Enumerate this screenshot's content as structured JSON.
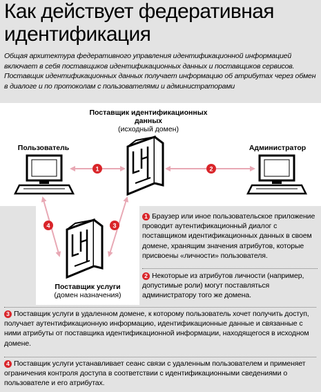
{
  "title_line1": "Как действует федеративная",
  "title_line2": "идентификация",
  "intro": "Общая архитектура федеративного управления идентификационной информацией включает в себя поставщиков идентификационных данных и поставщиков сервисов. Поставщик идентификационных данных получает информацию об атрибутах через обмен в диалоге и по протоколам с пользователями и администраторами",
  "labels": {
    "idp_line1": "Поставщик идентификационных",
    "idp_line2": "данных",
    "idp_sub": "(исходный домен)",
    "user": "Пользователь",
    "admin": "Администратор",
    "sp": "Поставщик услуги",
    "sp_sub": "(домен назначения)"
  },
  "markers": [
    "1",
    "2",
    "3",
    "4"
  ],
  "steps": [
    {
      "num": "1",
      "text": "Браузер или иное пользовательское приложение проводит аутентификационный диалог с поставщиком идентификационных данных в своем домене, хранящим значения атрибутов, которые присвоены «личности» пользователя."
    },
    {
      "num": "2",
      "text": "Некоторые из атрибутов личности (например, допустимые роли) могут поставляться администратору того же домена."
    },
    {
      "num": "3",
      "text": "Поставщик услуги в удаленном домене, к которому пользователь хочет получить доступ, получает аутентификационную информацию, идентификационные данные и связанные с ними атрибуты от поставщика идентификационной информации, находящегося в исходном домене."
    },
    {
      "num": "4",
      "text": "Поставщик услуги устанавливает сеанс связи с удаленным пользователем и применяет ограничения контроля доступа в соответствии с идентификационными сведениями о пользователе и его атрибутах."
    }
  ],
  "colors": {
    "accent": "#d9252a",
    "arrow": "#e8a8b4",
    "background": "#e3e3e3",
    "panel": "#ffffff"
  },
  "icons": [
    "user-computer-icon",
    "admin-computer-icon",
    "identity-provider-server-icon",
    "service-provider-server-icon"
  ]
}
